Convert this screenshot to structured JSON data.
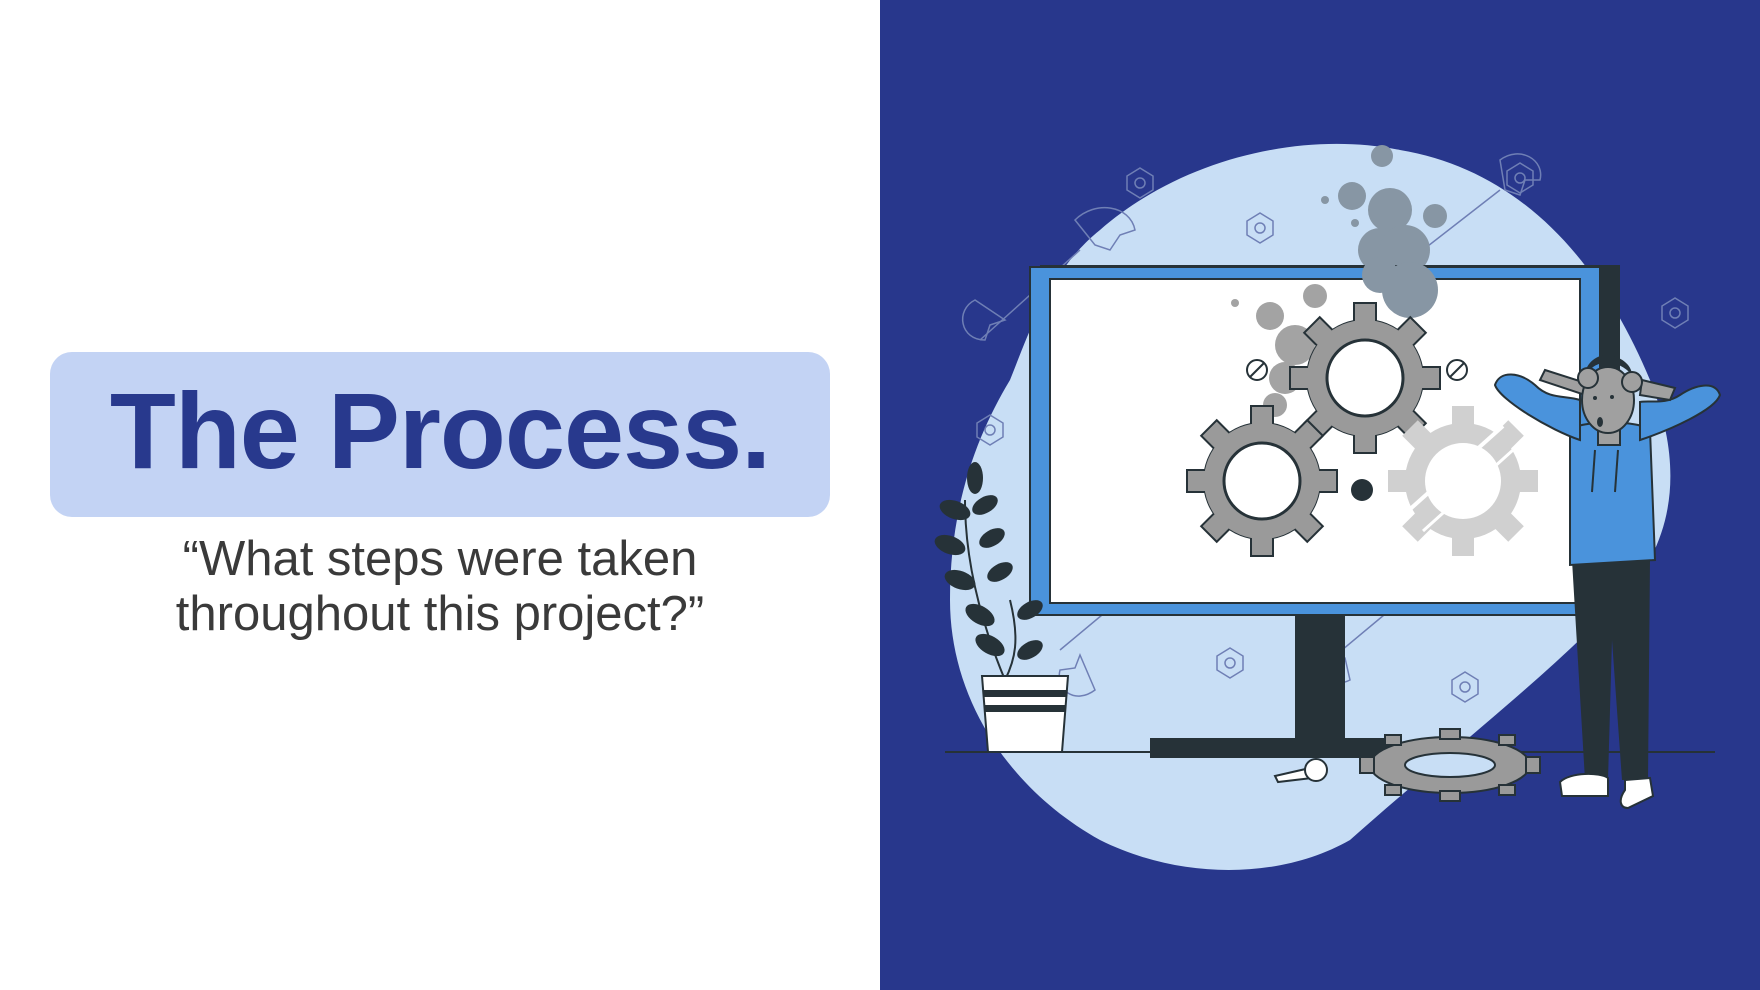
{
  "slide": {
    "title": "The Process.",
    "subtitle_lines": [
      "“What steps were taken",
      "throughout this project?”"
    ]
  },
  "colors": {
    "title_band": "#c3d3f4",
    "title_text": "#28398d",
    "subtitle_text": "#3a3a3a",
    "right_panel_bg": "#28378c",
    "blob": "#c8def5",
    "monitor_frame": "#4a93dc",
    "gear": "#9a9a9a",
    "gear_faded": "#d0d0d0",
    "dark": "#263238",
    "shirt": "#4a93dc",
    "skin": "#a0a0a0"
  },
  "illustration": {
    "icon": "broken-gears-illustration"
  }
}
